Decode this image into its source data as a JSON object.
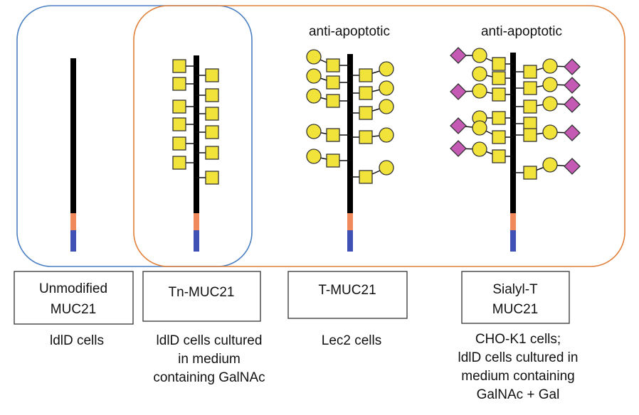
{
  "colors": {
    "blue_frame": "#4a7fc1",
    "orange_frame": "#e0803a",
    "backbone": "#000000",
    "orange_segment": "#f08a5d",
    "blue_segment": "#3f51b5",
    "square_fill": "#f2e33a",
    "circle_fill": "#f2e33a",
    "diamond_fill": "#c45ab3",
    "outline": "#333333"
  },
  "icons": {
    "square": "GalNAc-square-icon",
    "circle": "galactose-circle-icon",
    "diamond": "sialic-acid-diamond-icon"
  },
  "panels": [
    {
      "id": "unmodified",
      "name_lines": [
        "Unmodified",
        "MUC21"
      ],
      "cell_lines": [
        "ldlD cells"
      ],
      "annotation": "",
      "glycan_type": "none",
      "glycan_count": 0
    },
    {
      "id": "tn",
      "name_lines": [
        "Tn-MUC21"
      ],
      "cell_lines": [
        "ldlD cells cultured",
        "in medium",
        "containing GalNAc"
      ],
      "annotation": "",
      "glycan_type": "GalNAc",
      "glycan_count": 12
    },
    {
      "id": "t",
      "name_lines": [
        "T-MUC21"
      ],
      "cell_lines": [
        "Lec2 cells"
      ],
      "annotation": "anti-apoptotic",
      "glycan_type": "Gal-GalNAc",
      "glycan_count": 10
    },
    {
      "id": "sialyl",
      "name_lines": [
        "Sialyl-T",
        "MUC21"
      ],
      "cell_lines": [
        "CHO-K1 cells;",
        "ldlD cells cultured in",
        "medium containing",
        "GalNAc + Gal"
      ],
      "annotation": "anti-apoptotic",
      "glycan_type": "Sia-Gal-GalNAc",
      "glycan_count": 12
    }
  ]
}
